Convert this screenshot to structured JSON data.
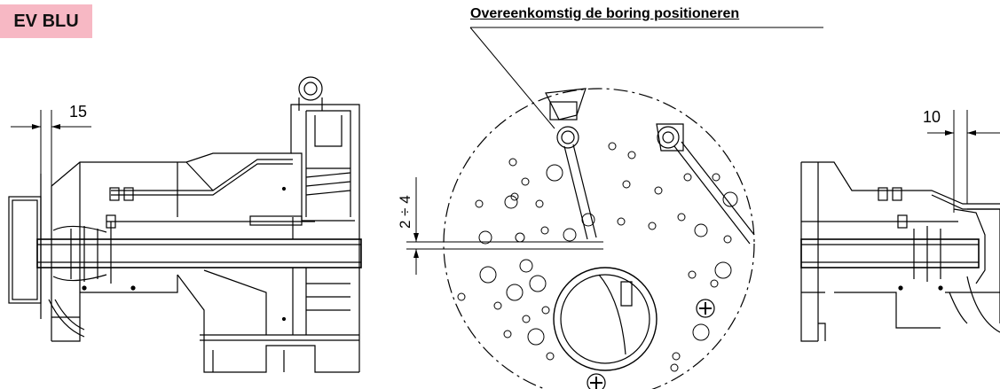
{
  "badge": {
    "label": "EV BLU",
    "color": "#f7b8c4"
  },
  "title": "Overeenkomstig de boring positioneren",
  "dimensions": {
    "left": "15",
    "middle": "2 ÷ 4",
    "right": "10"
  },
  "icons": [
    "phillips-screw-icon",
    "phillips-screw-icon",
    "hook-eye-icon"
  ],
  "colors": {
    "line": "#000000",
    "badge": "#f7b8c4"
  }
}
